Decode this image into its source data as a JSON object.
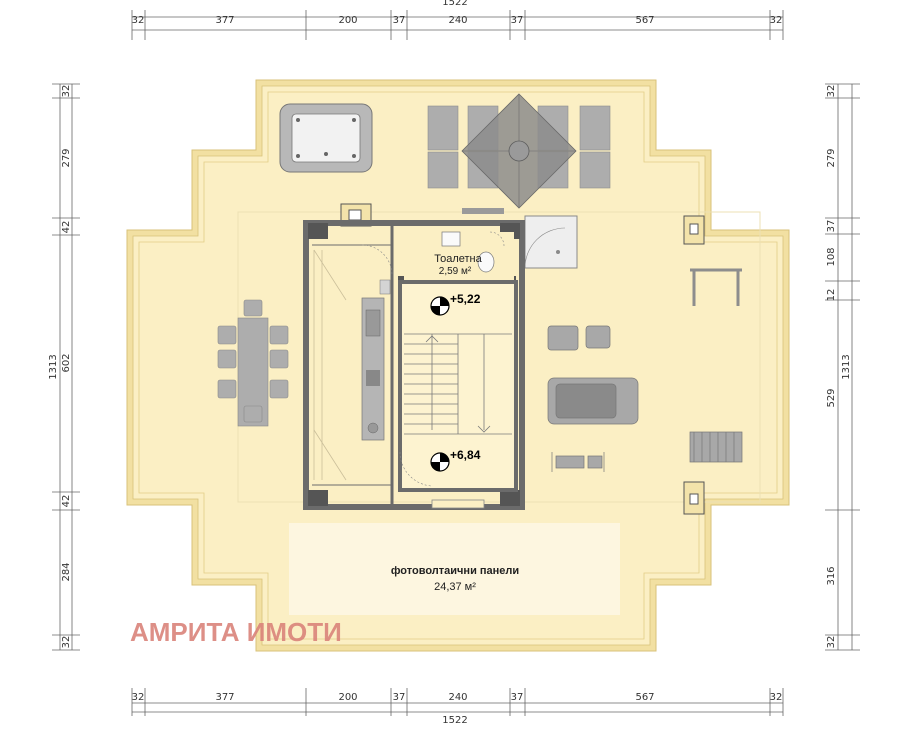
{
  "dimensions": {
    "top": {
      "total": "1522",
      "segments": [
        "32",
        "377",
        "200",
        "37",
        "240",
        "37",
        "567",
        "32"
      ]
    },
    "bottom": {
      "total": "1522",
      "segments": [
        "32",
        "377",
        "200",
        "37",
        "240",
        "37",
        "567",
        "32"
      ]
    },
    "left": {
      "total": "1313",
      "segments": [
        "32",
        "279",
        "42",
        "602",
        "42",
        "284",
        "32"
      ]
    },
    "right": {
      "total": "1313",
      "segments": [
        "32",
        "279",
        "37",
        "108",
        "12",
        "529",
        "316",
        "32"
      ]
    }
  },
  "rooms": {
    "toilet": {
      "name": "Тоалетна",
      "area": "2,59 м²"
    },
    "solar": {
      "name": "фотоволтаични панели",
      "area": "24,37 м²"
    }
  },
  "levels": {
    "upper": "+5,22",
    "lower": "+6,84"
  },
  "watermark": "АМРИТА ИМОТИ",
  "colors": {
    "roof": "#fbefc4",
    "border": "#efdc9c",
    "panel": "#fdf6e0",
    "wall": "#6b6b6b",
    "furniture": "#a7a7a7",
    "watermark": "#d9837a"
  }
}
